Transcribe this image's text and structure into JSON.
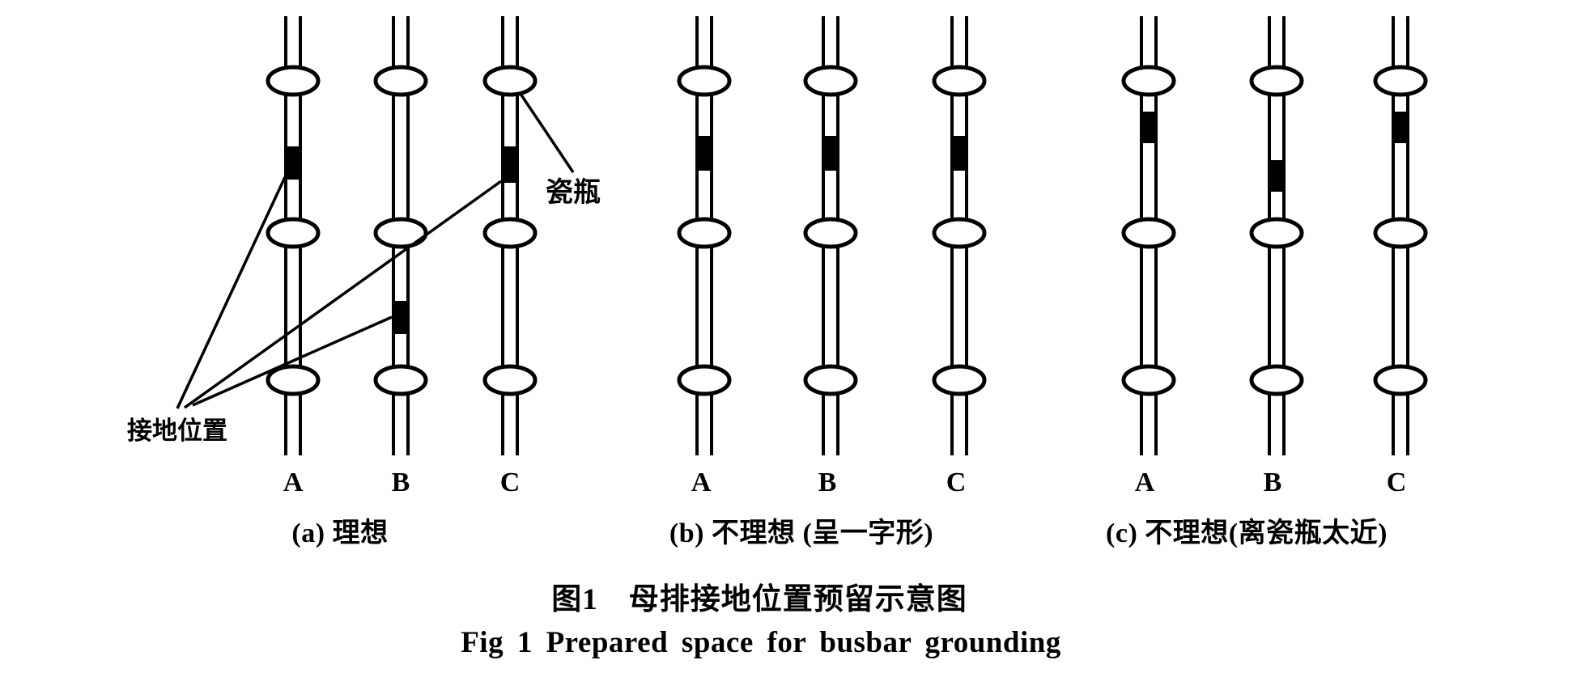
{
  "figure_titles": {
    "title_zh": "图1　母排接地位置预留示意图",
    "title_en": "Fig 1   Prepared space for busbar grounding"
  },
  "annotations": {
    "insulator_label": "瓷瓶",
    "grounding_label": "接地位置"
  },
  "groups": [
    {
      "id": "a",
      "caption": "(a) 理想",
      "phases": [
        "A",
        "B",
        "C"
      ]
    },
    {
      "id": "b",
      "caption": "(b) 不理想 (呈一字形)",
      "phases": [
        "A",
        "B",
        "C"
      ]
    },
    {
      "id": "c",
      "caption": "(c) 不理想(离瓷瓶太近)",
      "phases": [
        "A",
        "B",
        "C"
      ]
    }
  ],
  "colors": {
    "ink": "#000000",
    "background": "#ffffff"
  }
}
